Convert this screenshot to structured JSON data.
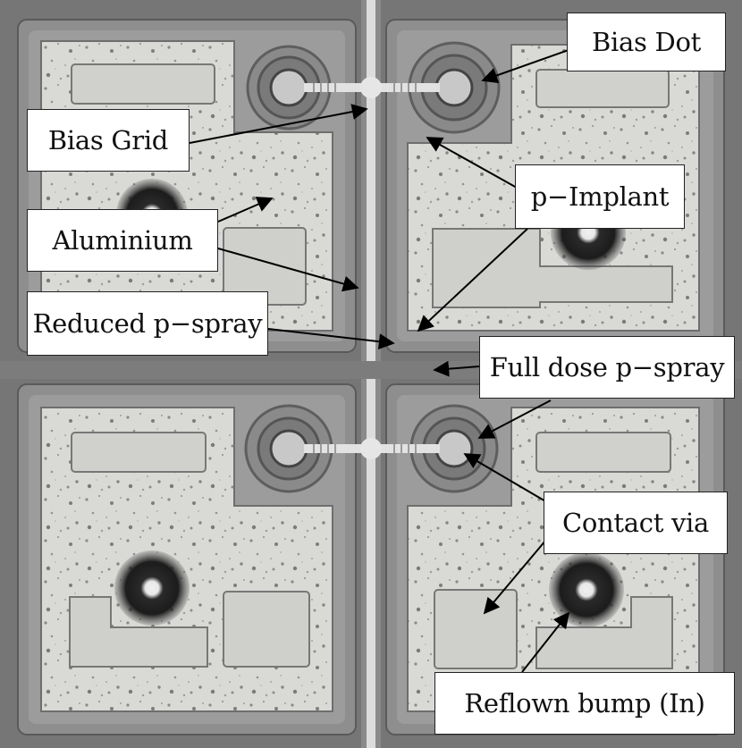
{
  "figure": {
    "labels": {
      "bias_dot": "Bias Dot",
      "bias_grid": "Bias Grid",
      "p_implant": "p−Implant",
      "aluminium": "Aluminium",
      "reduced_p_spray": "Reduced p−spray",
      "full_dose_p_spray": "Full dose p−spray",
      "contact_via": "Contact via",
      "reflown_bump": "Reflown bump (In)"
    }
  }
}
